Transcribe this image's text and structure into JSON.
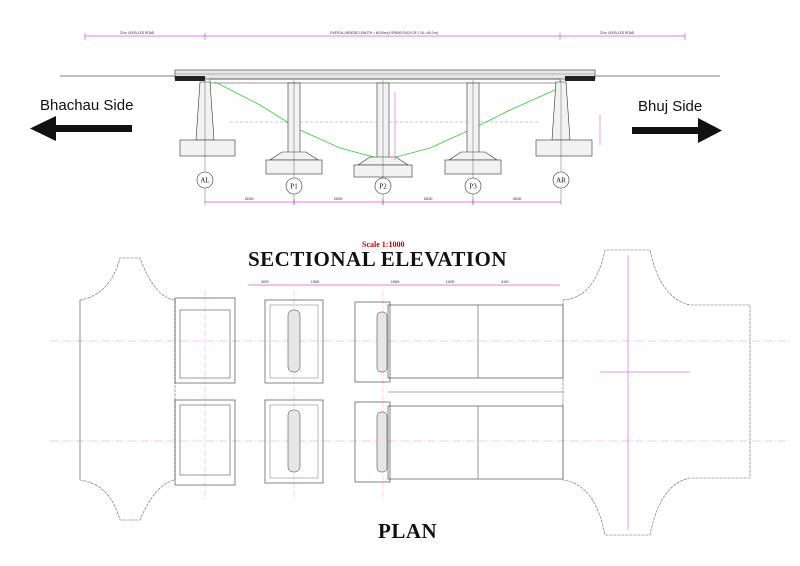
{
  "elevation": {
    "left_side_label": "Bhachau Side",
    "right_side_label": "Bhuj Side",
    "title": "SECTIONAL ELEVATION",
    "scale": "Scale 1:1000",
    "supports": [
      "AL",
      "P1",
      "P2",
      "P3",
      "AR"
    ],
    "span_dims": [
      "15000",
      "15000",
      "15000",
      "15000"
    ],
    "top_left_note": "20 m LEVELLED ROAD",
    "top_center_note": "OVER ALL BRIDGE LENGTH = 60.00m (4 SPANS EACH OF L 15 = 60.0 m)",
    "top_right_note": "20 m LEVELLED ROAD"
  },
  "plan": {
    "title": "PLAN",
    "top_dims": [
      "6000",
      "11500",
      "14900",
      "11000",
      "6100"
    ]
  },
  "colors": {
    "line": "#333333",
    "dimension": "#cc00cc",
    "ground": "#33cc33",
    "axis": "#ff66cc",
    "scale_text": "#cc0000"
  }
}
